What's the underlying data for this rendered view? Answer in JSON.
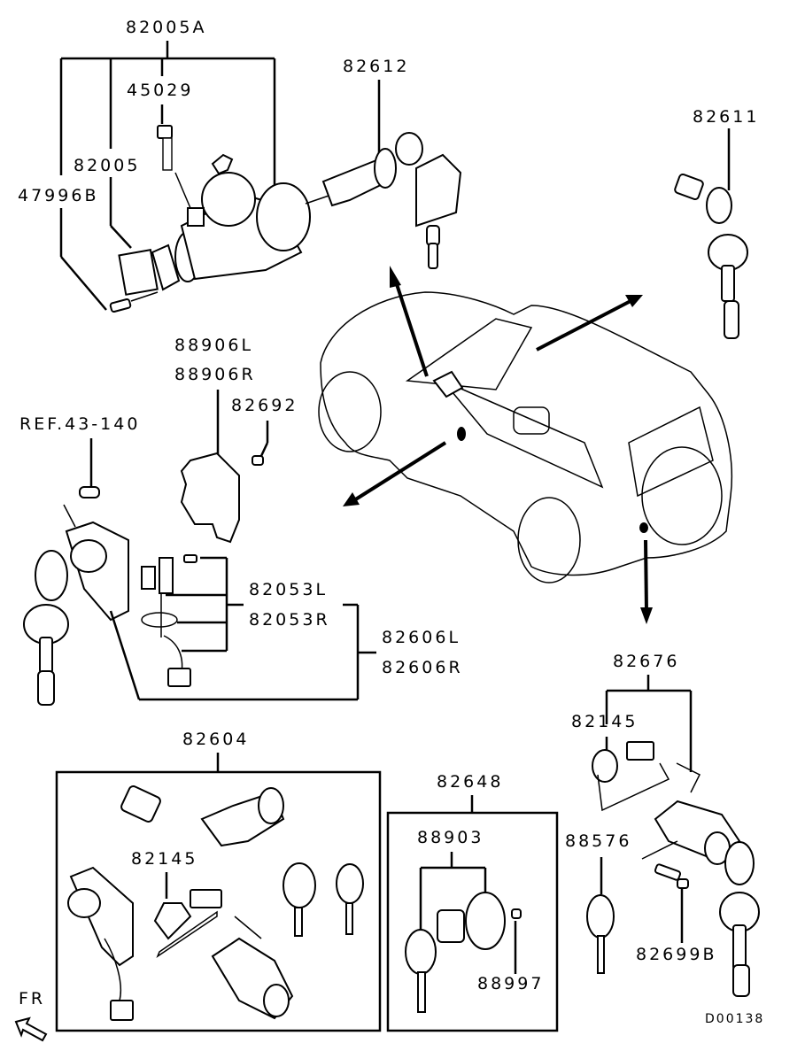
{
  "diagram": {
    "title": "Ignition switch, door lock cylinder & keys parts diagram",
    "drawing_code": "D00138",
    "orientation_label": "FR",
    "labels": {
      "p82005A": "82005A",
      "p45029": "45029",
      "p82005": "82005",
      "p47996B": "47996B",
      "p82612": "82612",
      "p82611": "82611",
      "p88906L": "88906L",
      "p88906R": "88906R",
      "p82692": "82692",
      "ref43140": "REF.43-140",
      "p82053L": "82053L",
      "p82053R": "82053R",
      "p82606L": "82606L",
      "p82606R": "82606R",
      "p82604": "82604",
      "p82145_kit": "82145",
      "p82648": "82648",
      "p88903": "88903",
      "p88997": "88997",
      "p82676": "82676",
      "p82145_tail": "82145",
      "p88576": "88576",
      "p82699B": "82699B"
    },
    "groups": [
      {
        "id": "ignition-switch-assembly",
        "part": "82005A",
        "children": [
          "45029",
          "82005",
          "47996B"
        ]
      },
      {
        "id": "ignition-key-cylinder",
        "part": "82612"
      },
      {
        "id": "door-key-cylinder-set",
        "part": "82611"
      },
      {
        "id": "door-lock-cylinder",
        "part": "82606L/82606R",
        "children": [
          "82053L/82053R",
          "88906L/88906R",
          "82692"
        ]
      },
      {
        "id": "lock-cylinder-kit",
        "part": "82604",
        "children": [
          "82145"
        ]
      },
      {
        "id": "key-set",
        "part": "82648",
        "children": [
          "88903",
          "88997"
        ]
      },
      {
        "id": "tailgate-lock-cylinder",
        "part": "82676",
        "children": [
          "82145",
          "88576",
          "82699B"
        ]
      }
    ]
  }
}
